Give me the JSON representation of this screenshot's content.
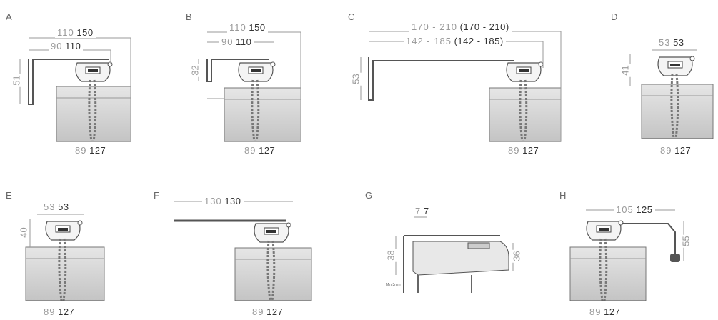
{
  "panels": [
    {
      "id": "A",
      "top_dim": {
        "a": "110",
        "b": "150"
      },
      "second_dim": {
        "a": "90",
        "b": "110"
      },
      "side_dim": "51",
      "bottom_dim": {
        "a": "89",
        "b": "127"
      }
    },
    {
      "id": "B",
      "top_dim": {
        "a": "110",
        "b": "150"
      },
      "second_dim": {
        "a": "90",
        "b": "110"
      },
      "side_dim": "32",
      "bottom_dim": {
        "a": "89",
        "b": "127"
      }
    },
    {
      "id": "C",
      "top_dim": {
        "a": "170 - 210",
        "b": "(170 - 210)"
      },
      "second_dim": {
        "a": "142 - 185",
        "b": "(142 - 185)"
      },
      "side_dim": "53",
      "bottom_dim": {
        "a": "89",
        "b": "127"
      }
    },
    {
      "id": "D",
      "top_dim": {
        "a": "53",
        "b": "53"
      },
      "side_dim": "41",
      "bottom_dim": {
        "a": "89",
        "b": "127"
      }
    },
    {
      "id": "E",
      "top_dim": {
        "a": "53",
        "b": "53"
      },
      "side_dim": "40",
      "bottom_dim": {
        "a": "89",
        "b": "127"
      }
    },
    {
      "id": "F",
      "top_dim": {
        "a": "130",
        "b": "130"
      },
      "bottom_dim": {
        "a": "89",
        "b": "127"
      }
    },
    {
      "id": "G",
      "top_dim": {
        "a": "7",
        "b": "7"
      },
      "side_dim": "38",
      "right_dim": "36",
      "note": "Min 3mm"
    },
    {
      "id": "H",
      "top_dim": {
        "a": "105",
        "b": "125"
      },
      "side_dim": "55",
      "bottom_dim": {
        "a": "89",
        "b": "127"
      }
    }
  ],
  "colors": {
    "line": "#555555",
    "dim_light": "#9a9a9a",
    "dim_dark": "#333333",
    "fabric": "#d0d0d0",
    "cord": "#7a7a7a"
  }
}
